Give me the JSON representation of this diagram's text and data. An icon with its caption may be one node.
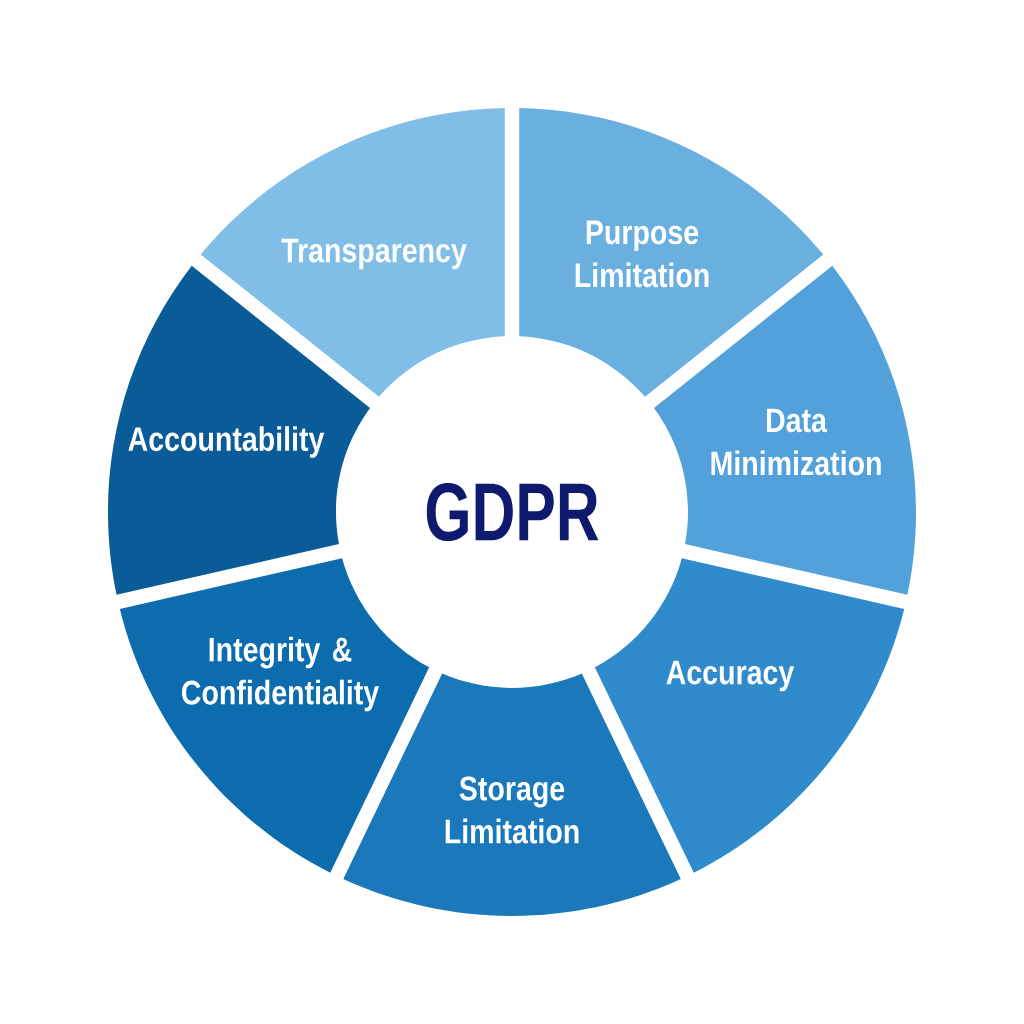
{
  "diagram": {
    "nodes": [
      {
        "text": [
          "GDPR"
        ]
      },
      {
        "text": [
          "Transparency"
        ]
      },
      {
        "text": [
          "Purpose Limitation"
        ]
      },
      {
        "text": [
          "Data Minimization"
        ]
      },
      {
        "text": [
          "Accuracy"
        ]
      },
      {
        "text": [
          "Storage Limitation"
        ]
      },
      {
        "text": [
          "Integrity & Confidentiality"
        ]
      },
      {
        "text": [
          "Accountability"
        ]
      }
    ]
  }
}
